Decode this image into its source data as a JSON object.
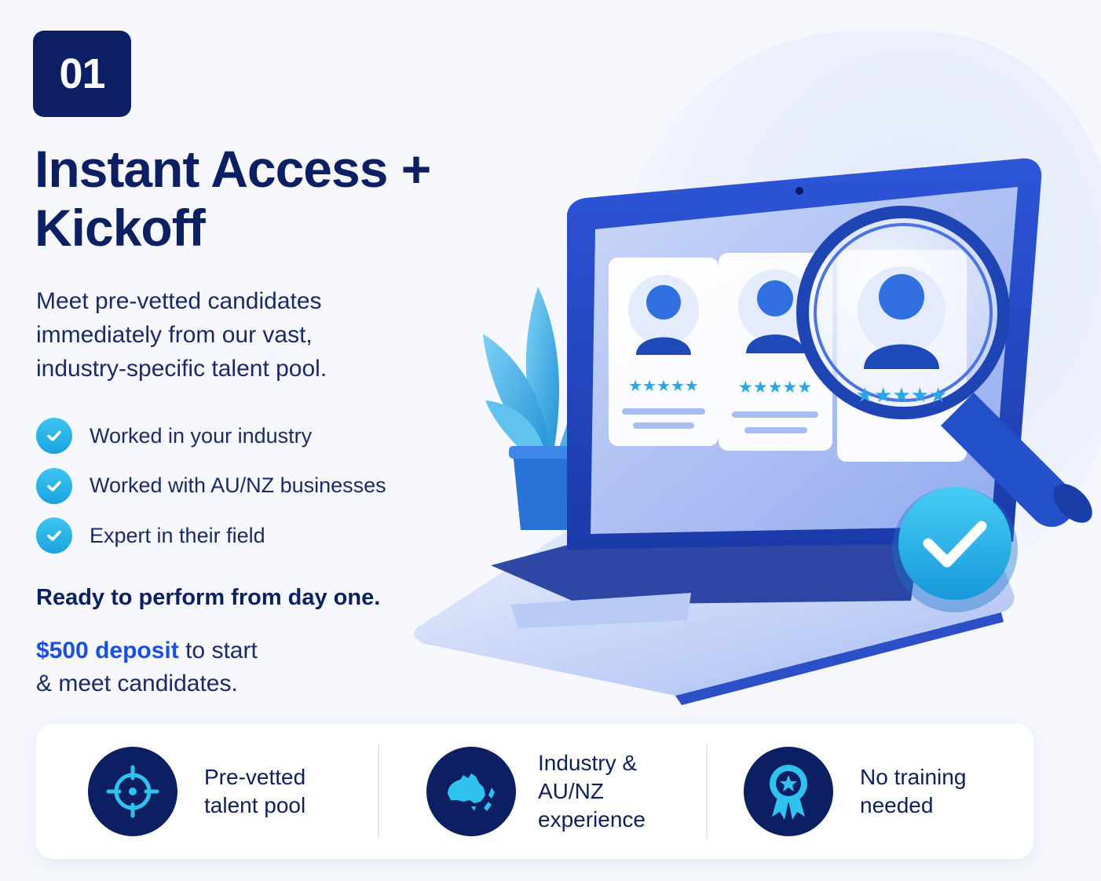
{
  "step": {
    "number": "01"
  },
  "title": {
    "line1": "Instant Access +",
    "line2": "Kickoff"
  },
  "description": {
    "line1": "Meet pre-vetted candidates",
    "line2": "immediately from our vast,",
    "line3": "industry-specific talent pool."
  },
  "checklist": [
    {
      "text": "Worked in your industry"
    },
    {
      "text": "Worked with AU/NZ businesses"
    },
    {
      "text": "Expert in their field"
    }
  ],
  "ready_text": "Ready to perform from day one.",
  "deposit": {
    "highlight": "$500 deposit",
    "rest_line1": " to start",
    "line2": "& meet candidates."
  },
  "features": [
    {
      "icon": "target-icon",
      "line1": "Pre-vetted",
      "line2": "talent pool"
    },
    {
      "icon": "australia-map-icon",
      "line1": "Industry &",
      "line2": "AU/NZ",
      "line3": "experience"
    },
    {
      "icon": "award-ribbon-icon",
      "line1": "No training",
      "line2": "needed"
    }
  ],
  "colors": {
    "navy": "#0d1f63",
    "accent_blue": "#1b4fe0",
    "check_cyan": "#2bb5ea",
    "background": "#f6f8fd"
  }
}
